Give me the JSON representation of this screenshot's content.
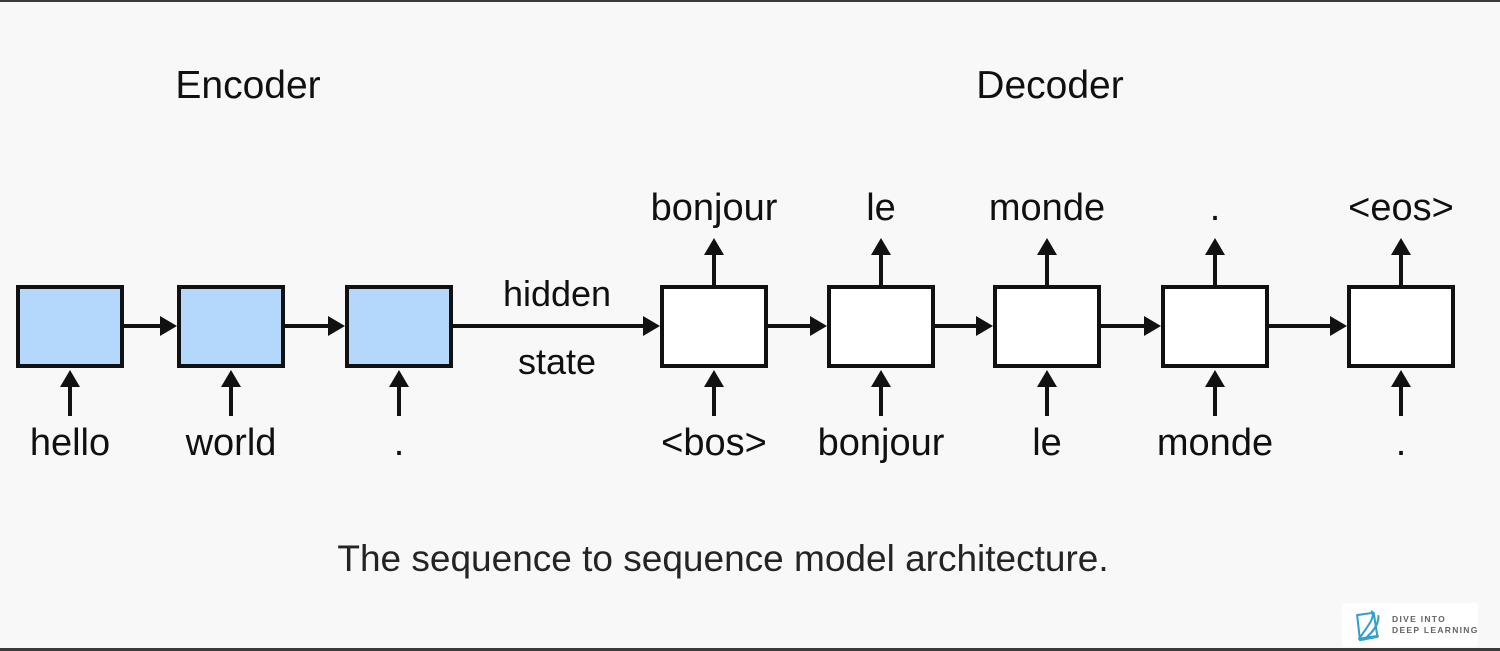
{
  "frame": {
    "background": "#f8f8f8",
    "edge_bar_color": "#3b3b3b"
  },
  "colors": {
    "encoder_cell_fill": "#b4d8fb",
    "decoder_cell_fill": "#ffffff",
    "stroke": "#111111",
    "logo_blue": "#35a0cd",
    "logo_text_gray": "#636363"
  },
  "diagram": {
    "encoder_label": "Encoder",
    "decoder_label": "Decoder",
    "hidden_state_label": [
      "hidden",
      "state"
    ],
    "encoder_inputs": [
      "hello",
      "world",
      "."
    ],
    "decoder_inputs": [
      "<bos>",
      "bonjour",
      "le",
      "monde",
      "."
    ],
    "decoder_outputs": [
      "bonjour",
      "le",
      "monde",
      ".",
      "<eos>"
    ]
  },
  "caption": "The sequence to sequence model architecture.",
  "logo": {
    "line1": "DIVE INTO",
    "line2": "DEEP LEARNING"
  }
}
